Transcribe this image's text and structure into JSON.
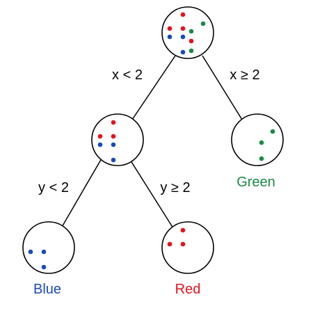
{
  "colors": {
    "red": "#e8101c",
    "blue": "#1a4bb5",
    "green": "#1a8a45"
  },
  "splits": {
    "root_left": "x < 2",
    "root_right": "x ≥ 2",
    "mid_left": "y < 2",
    "mid_right": "y ≥ 2"
  },
  "leaves": {
    "green": "Green",
    "blue": "Blue",
    "red": "Red"
  },
  "node_points": {
    "root": {
      "red": 4,
      "blue": 3,
      "green": 3
    },
    "mid": {
      "red": 3,
      "blue": 3,
      "green": 0
    },
    "leaf_green": {
      "green": 3
    },
    "leaf_blue": {
      "blue": 3
    },
    "leaf_red": {
      "red": 3
    }
  }
}
